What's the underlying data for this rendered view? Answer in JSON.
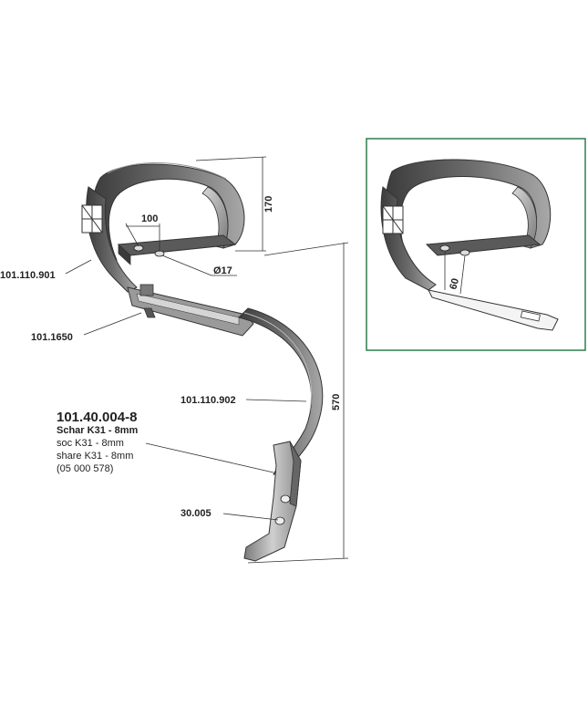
{
  "labels": {
    "part_110901": "101.110.901",
    "part_1650": "101.1650",
    "part_110902": "101.110.902",
    "part_30005": "30.005",
    "main_part": "101.40.004-8",
    "desc_de": "Schar K31 - 8mm",
    "desc_fr": "soc K31 - 8mm",
    "desc_en": "share K31 - 8mm",
    "desc_ref": "(05 000 578)"
  },
  "dimensions": {
    "spacing": "100",
    "height_top": "170",
    "hole_dia": "Ø17",
    "total_height": "570",
    "inset_offset": "60"
  },
  "colors": {
    "metal_dark": "#4a4a4a",
    "metal_mid": "#8a8a8a",
    "metal_light": "#c8c8c8",
    "inset_border": "#2e7d4f",
    "line": "#333333"
  }
}
